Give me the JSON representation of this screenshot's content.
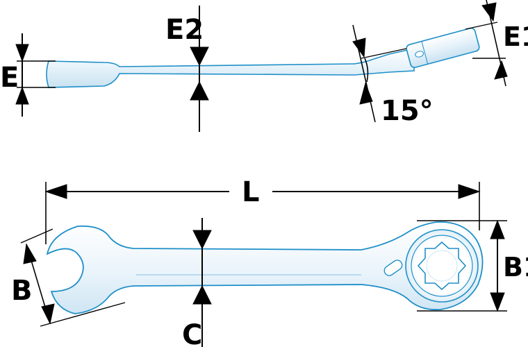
{
  "labels": {
    "E": "E",
    "E2": "E2",
    "E1": "E1",
    "angle": "15°",
    "L": "L",
    "B": "B",
    "B1": "B1",
    "C": "C"
  },
  "colors": {
    "outline": "#1e8fc8",
    "fill_light": "#eef6fb",
    "fill_shade": "#c9e2f1",
    "dimension": "#000000"
  },
  "icons": {
    "arrowhead": "filled-triangle"
  }
}
